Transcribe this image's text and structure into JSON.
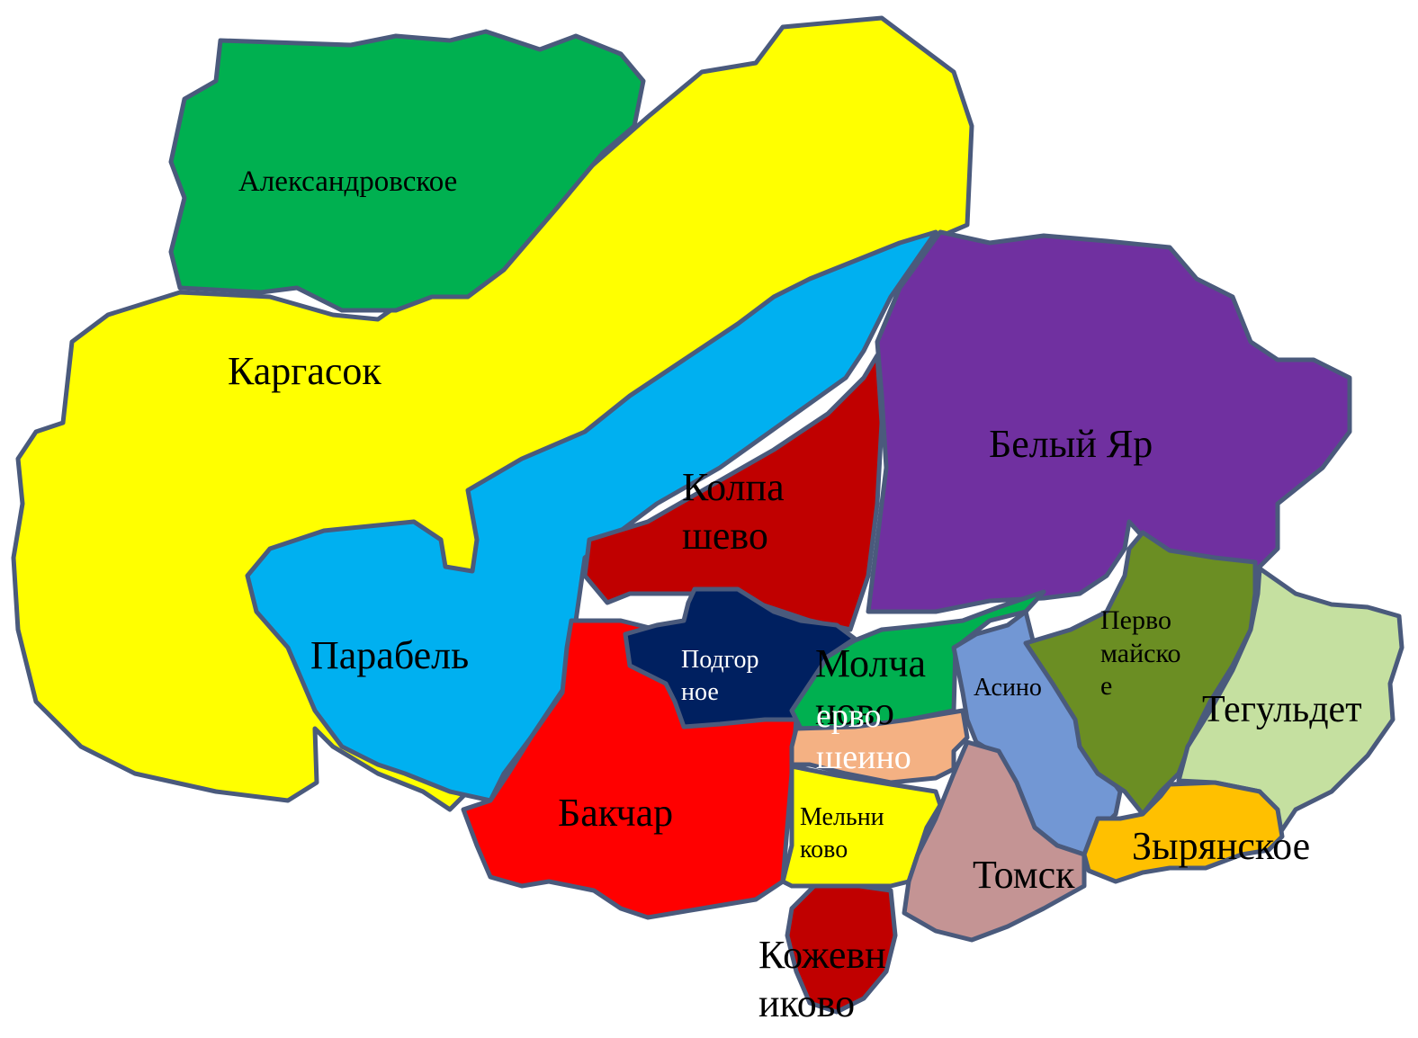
{
  "colors": {
    "outline": "#4a5a7c",
    "light_text": "#ffffff",
    "dark_text": "#000000"
  },
  "regions": [
    {
      "id": "kargasok",
      "lines": [
        "Каргасок"
      ],
      "fill": "#ffff00",
      "text_color": "#000000"
    },
    {
      "id": "aleksandrovskoe",
      "lines": [
        "Александровское"
      ],
      "fill": "#00b050",
      "text_color": "#000000"
    },
    {
      "id": "parabel",
      "lines": [
        "Парабель"
      ],
      "fill": "#00b0f0",
      "text_color": "#000000"
    },
    {
      "id": "beliy-yar",
      "lines": [
        "Белый Яр"
      ],
      "fill": "#7030a0",
      "text_color": "#000000"
    },
    {
      "id": "kolpashevo",
      "lines": [
        "Колпа",
        "шево"
      ],
      "fill": "#c00000",
      "text_color": "#000000"
    },
    {
      "id": "bakchar",
      "lines": [
        "Бакчар"
      ],
      "fill": "#ff0000",
      "text_color": "#000000"
    },
    {
      "id": "podgornoe",
      "lines": [
        "Подгор",
        "ное"
      ],
      "fill": "#002060",
      "text_color": "#ffffff"
    },
    {
      "id": "molchanovo",
      "lines": [
        "Молча",
        "ново"
      ],
      "fill": "#00b050",
      "text_color": "#000000"
    },
    {
      "id": "kozhevnikovo-2",
      "lines": [
        "ерво",
        "шеино"
      ],
      "fill": "#f4b183",
      "text_color": "#ffffff"
    },
    {
      "id": "melnikovo",
      "lines": [
        "Мельни",
        "ково"
      ],
      "fill": "#ffff00",
      "text_color": "#000000"
    },
    {
      "id": "asino",
      "lines": [
        "Асино"
      ],
      "fill": "#7297d4",
      "text_color": "#000000"
    },
    {
      "id": "pervomayskoe",
      "lines": [
        "Перво",
        "майско",
        "е"
      ],
      "fill": "#6b8e23",
      "text_color": "#000000"
    },
    {
      "id": "tegul-det",
      "lines": [
        "Тегульдет"
      ],
      "fill": "#c5e0a0",
      "text_color": "#000000"
    },
    {
      "id": "tomsk",
      "lines": [
        "Томск"
      ],
      "fill": "#c49494",
      "text_color": "#000000"
    },
    {
      "id": "zyryanskoe",
      "lines": [
        "Зырянское"
      ],
      "fill": "#ffc000",
      "text_color": "#000000"
    },
    {
      "id": "kozhevnikovo",
      "lines": [
        "Кожевн",
        "иково"
      ],
      "fill": "#c00000",
      "text_color": "#000000"
    }
  ]
}
